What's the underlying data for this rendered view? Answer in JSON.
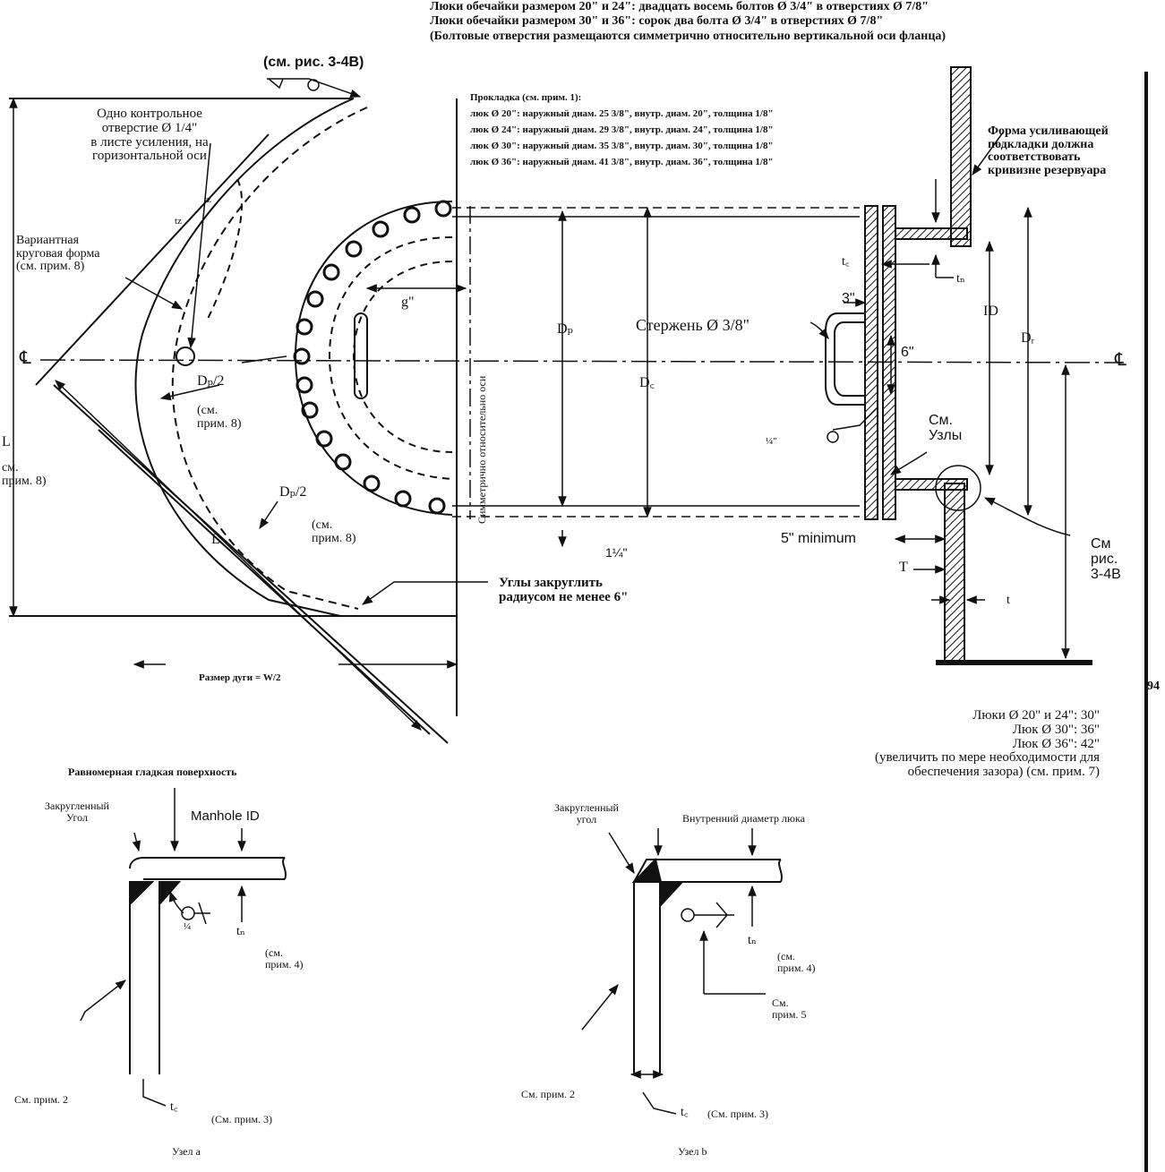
{
  "header": {
    "line1": "Люки обечайки размером 20\" и 24\": двадцать восемь болтов Ø 3/4\" в отверстиях Ø 7/8\"",
    "line2": "Люки обечайки размером 30\" и 36\": сорок два болта Ø 3/4\" в отверстиях Ø 7/8\"",
    "line3": "(Болтовые отверстия размещаются симметрично относительно вертикальной оси фланца)"
  },
  "refs": {
    "see_fig_top": "(см. рис. 3-4B)",
    "see_fig_right": "См\nрис.\n3-4B",
    "see_details": "См.\nУзлы"
  },
  "labels": {
    "test_hole": "Одно контрольное\nотверстие Ø 1/4\"\nв листе усиления, на\nгоризонтальной оси",
    "alt_shape": "Вариантная\nкруговая форма\n(см. прим. 8)",
    "gasket_title": "Прокладка (см. прим. 1):",
    "gaskets": [
      "люк Ø 20\": наружный диам. 25 3/8\", внутр. диам. 20\", толщина 1/8\"",
      "люк Ø 24\": наружный диам. 29 3/8\", внутр. диам. 24\", толщина 1/8\"",
      "люк Ø 30\": наружный диам. 35 3/8\", внутр. диам. 30\", толщина 1/8\"",
      "люк Ø 36\": наружный диам. 41 3/8\", внутр. диам. 36\", толщина 1/8\""
    ],
    "pad_shape": "Форма усиливающей\nподкладки должна\nсоответствовать\nкривизне резервуара",
    "rod": "Стержень Ø 3/8\"",
    "symmetric_axis": "Симметрично относительно оси",
    "round_corners": "Углы закруглить\nрадиусом не менее 6\"",
    "arc_size": "Размер дуги = W/2",
    "see_note8_left": "см.\nприм. 8)",
    "see_note8_mid": "(см.\nприм. 8)",
    "see_note8_low": "(см.\nприм. 8)",
    "min5": "5\" minimum",
    "heights": "Люки Ø 20\" и 24\": 30\"\nЛюк Ø 30\": 36\"\nЛюк Ø 36\": 42\"\n(увеличить по мере необходимости для\nобеспечения зазора) (см. прим. 7)"
  },
  "dims": {
    "cl": "℄",
    "z1": "tz",
    "z2": "tz",
    "g": "g\"",
    "dp": "Dₚ",
    "dc": "D꜀",
    "d3": "3\"",
    "d6": "6\"",
    "tc": "t꜀",
    "tn": "tₙ",
    "id": "ID",
    "dr": "Dᵣ",
    "dp2a": "Dₚ/2",
    "dp2b": "Dₚ/2",
    "L1": "L",
    "L2": "L",
    "d114": "1¼\"",
    "T": "T",
    "t": "t",
    "weld14": "¼\"",
    "page": "94"
  },
  "detail_a": {
    "surface": "Равномерная гладкая поверхность",
    "rounded": "Закругленный\nУгол",
    "manhole_id": "Manhole ID",
    "weld": "¼",
    "tn": "tₙ",
    "note4": "(см.\nприм. 4)",
    "note2": "См. прим. 2",
    "tf": "t꜀",
    "note3": "(См. прим. 3)",
    "caption": "Узел а"
  },
  "detail_b": {
    "rounded": "Закругленный\nугол",
    "inner_d": "Внутренний диаметр люка",
    "tn": "tₙ",
    "note4": "(см.\nприм. 4)",
    "note5": "См.\nприм. 5",
    "note2": "См. прим. 2",
    "tf": "t꜀",
    "note3": "(См. прим. 3)",
    "caption": "Узел b"
  }
}
